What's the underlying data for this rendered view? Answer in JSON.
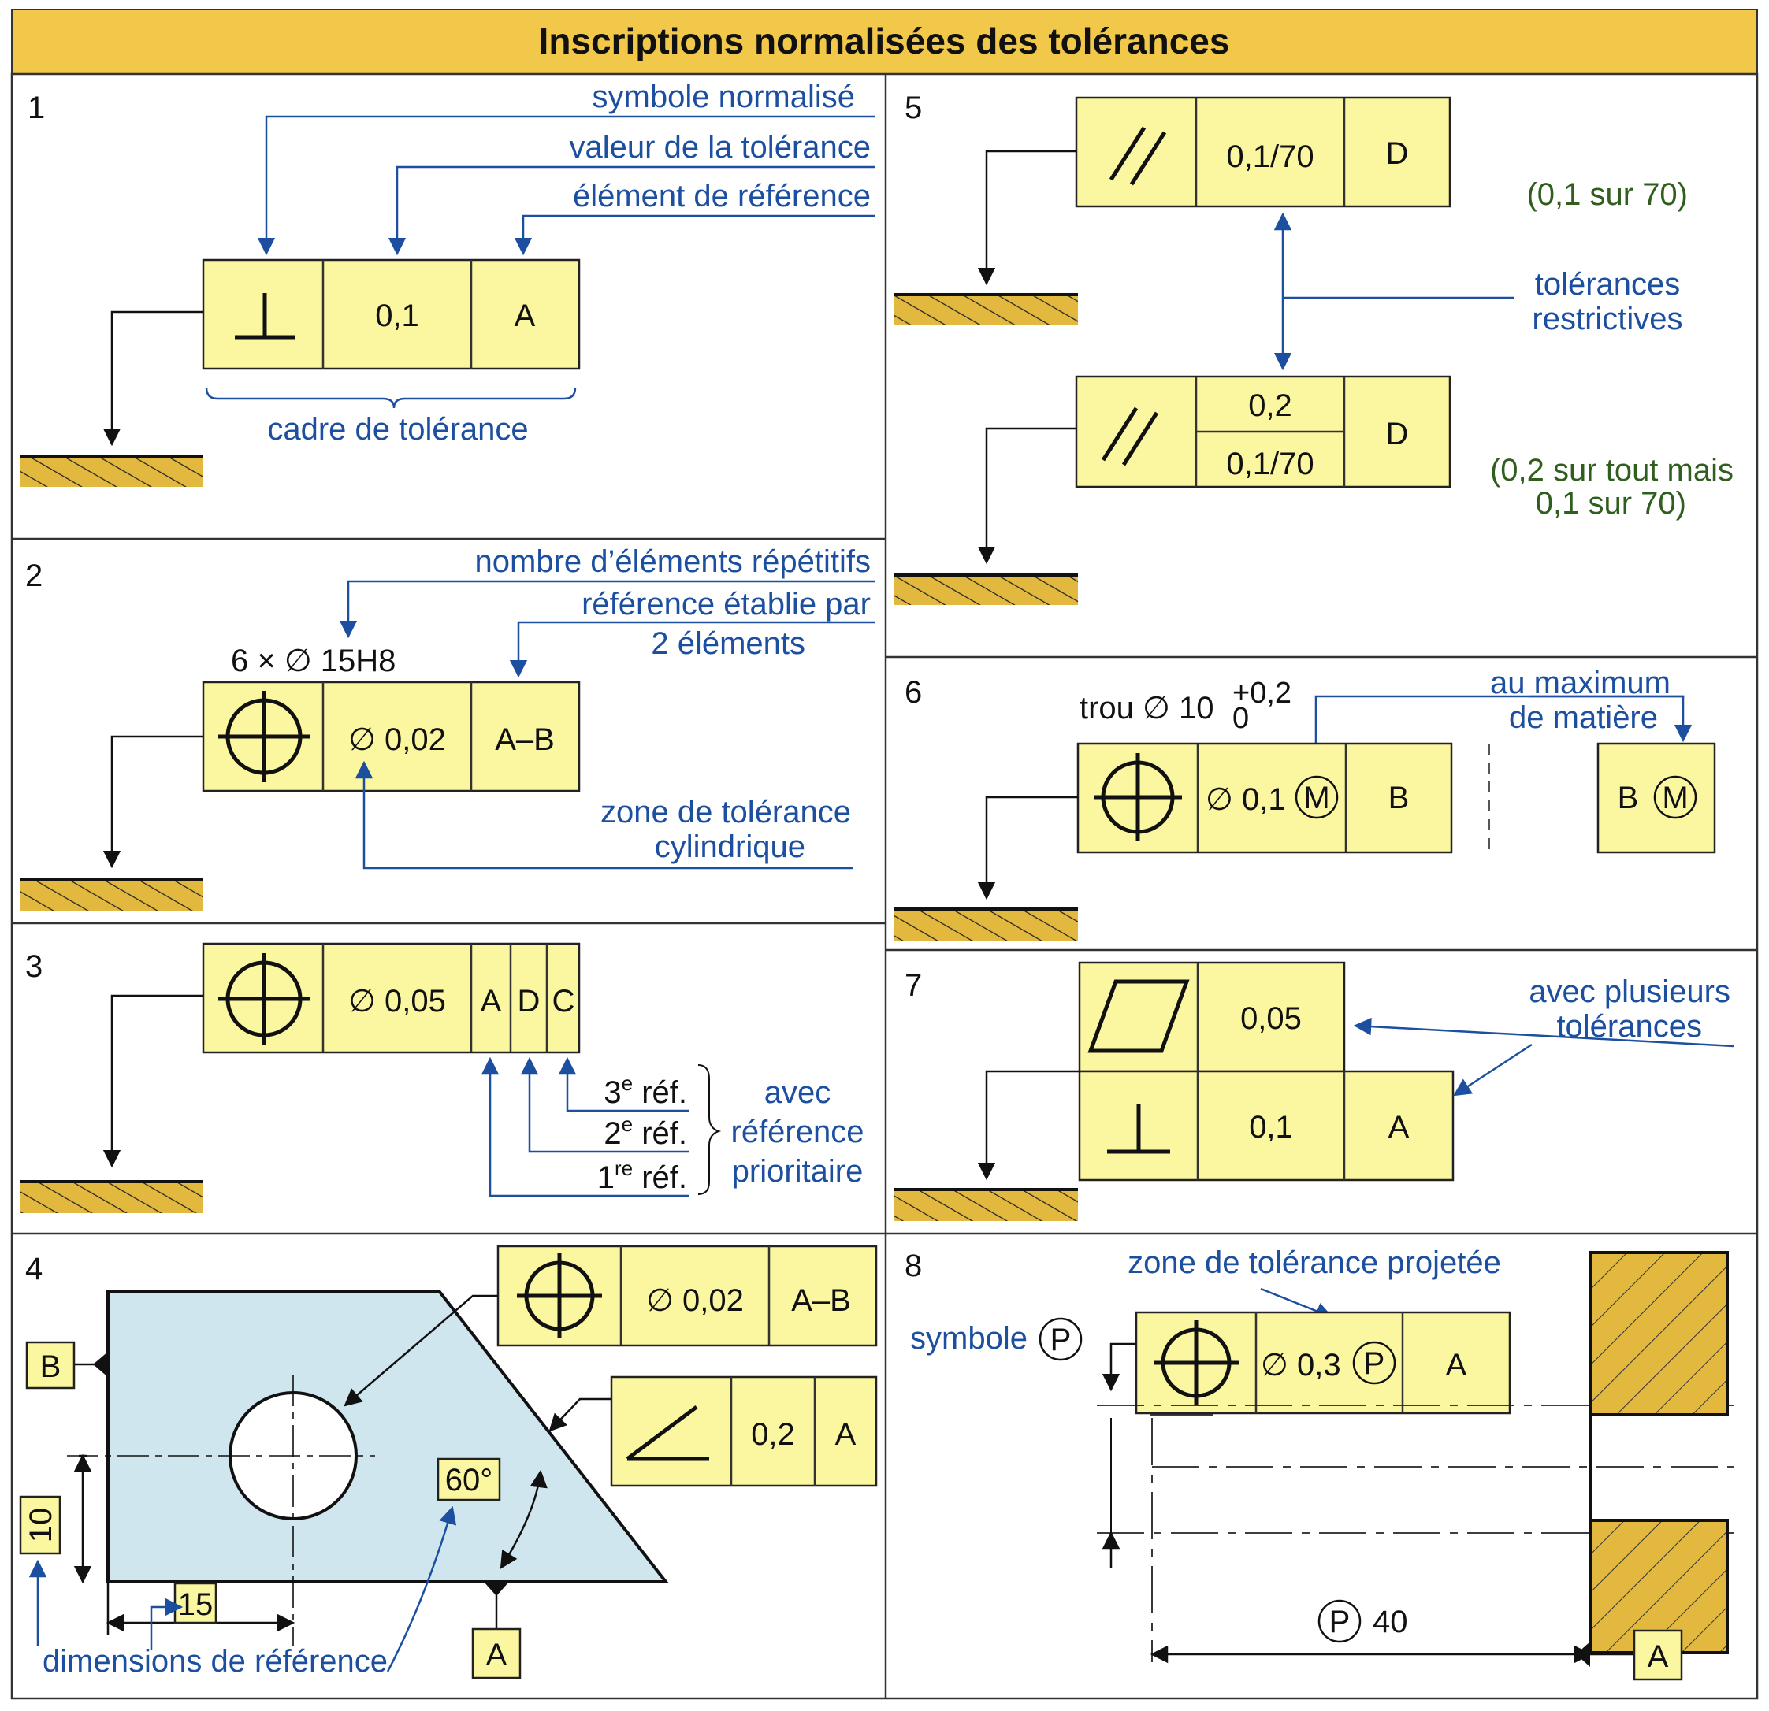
{
  "title": "Inscriptions normalisées des tolérances",
  "colors": {
    "frame_fill": "#fbf7a0",
    "title_band": "#f2c84b",
    "label_blue": "#1c4fa0",
    "note_green": "#2f5e1e",
    "part_fill": "#cfe6ef",
    "hatch": "#e2b83e"
  },
  "panel1": {
    "number": "1",
    "label_symbol": "symbole normalisé",
    "label_value": "valeur de la tolérance",
    "label_reference": "élément de référence",
    "label_frame": "cadre de tolérance",
    "cell_value": "0,1",
    "cell_ref": "A",
    "icon": "perpendicularity-icon"
  },
  "panel2": {
    "number": "2",
    "label_repeat": "nombre d’éléments répétitifs",
    "label_ref_line1": "référence établie par",
    "label_ref_line2": "2 éléments",
    "label_zone_line1": "zone de tolérance",
    "label_zone_line2": "cylindrique",
    "dimension": "6 × ∅ 15H8",
    "cell_value": "∅ 0,02",
    "cell_ref": "A–B",
    "icon": "position-icon"
  },
  "panel3": {
    "number": "3",
    "cell_value": "∅ 0,05",
    "refs": [
      "A",
      "D",
      "C"
    ],
    "ref3_num": "3",
    "ref3_sup": "e",
    "ref3_rest": " réf.",
    "ref2_num": "2",
    "ref2_sup": "e",
    "ref2_rest": " réf.",
    "ref1_num": "1",
    "ref1_sup": "re",
    "ref1_rest": " réf.",
    "label_line1": "avec",
    "label_line2": "référence",
    "label_line3": "prioritaire",
    "icon": "position-icon"
  },
  "panel4": {
    "number": "4",
    "frame1_value": "∅ 0,02",
    "frame1_ref": "A–B",
    "frame2_value": "0,2",
    "frame2_ref": "A",
    "datum_b": "B",
    "datum_a": "A",
    "dim_10": "10",
    "dim_15": "15",
    "angle": "60°",
    "label_dims": "dimensions de référence",
    "icons": [
      "position-icon",
      "angularity-icon"
    ]
  },
  "panel5": {
    "number": "5",
    "frame1_value": "0,1/70",
    "frame1_ref": "D",
    "note1": "(0,1 sur 70)",
    "label_line1": "tolérances",
    "label_line2": "restrictives",
    "frame2_value_top": "0,2",
    "frame2_value_bottom": "0,1/70",
    "frame2_ref": "D",
    "note2_line1": "(0,2 sur tout mais",
    "note2_line2": "0,1 sur 70)",
    "icon": "parallelism-icon"
  },
  "panel6": {
    "number": "6",
    "dimension_main": "trou ∅ 10",
    "tol_upper": "+0,2",
    "tol_lower": "0",
    "label_line1": "au maximum",
    "label_line2": "de matière",
    "cell_value": "∅ 0,1",
    "modifier": "M",
    "cell_ref": "B",
    "ref_alt": "B",
    "icon": "position-icon"
  },
  "panel7": {
    "number": "7",
    "value1": "0,05",
    "value2": "0,1",
    "ref2": "A",
    "label_line1": "avec plusieurs",
    "label_line2": "tolérances",
    "icons": [
      "flatness-icon",
      "perpendicularity-icon"
    ]
  },
  "panel8": {
    "number": "8",
    "label_zone": "zone de tolérance projetée",
    "label_symbol": "symbole",
    "modifier": "P",
    "cell_value": "∅ 0,3",
    "cell_ref": "A",
    "dim_value": "40",
    "datum": "A",
    "icon": "position-icon"
  }
}
